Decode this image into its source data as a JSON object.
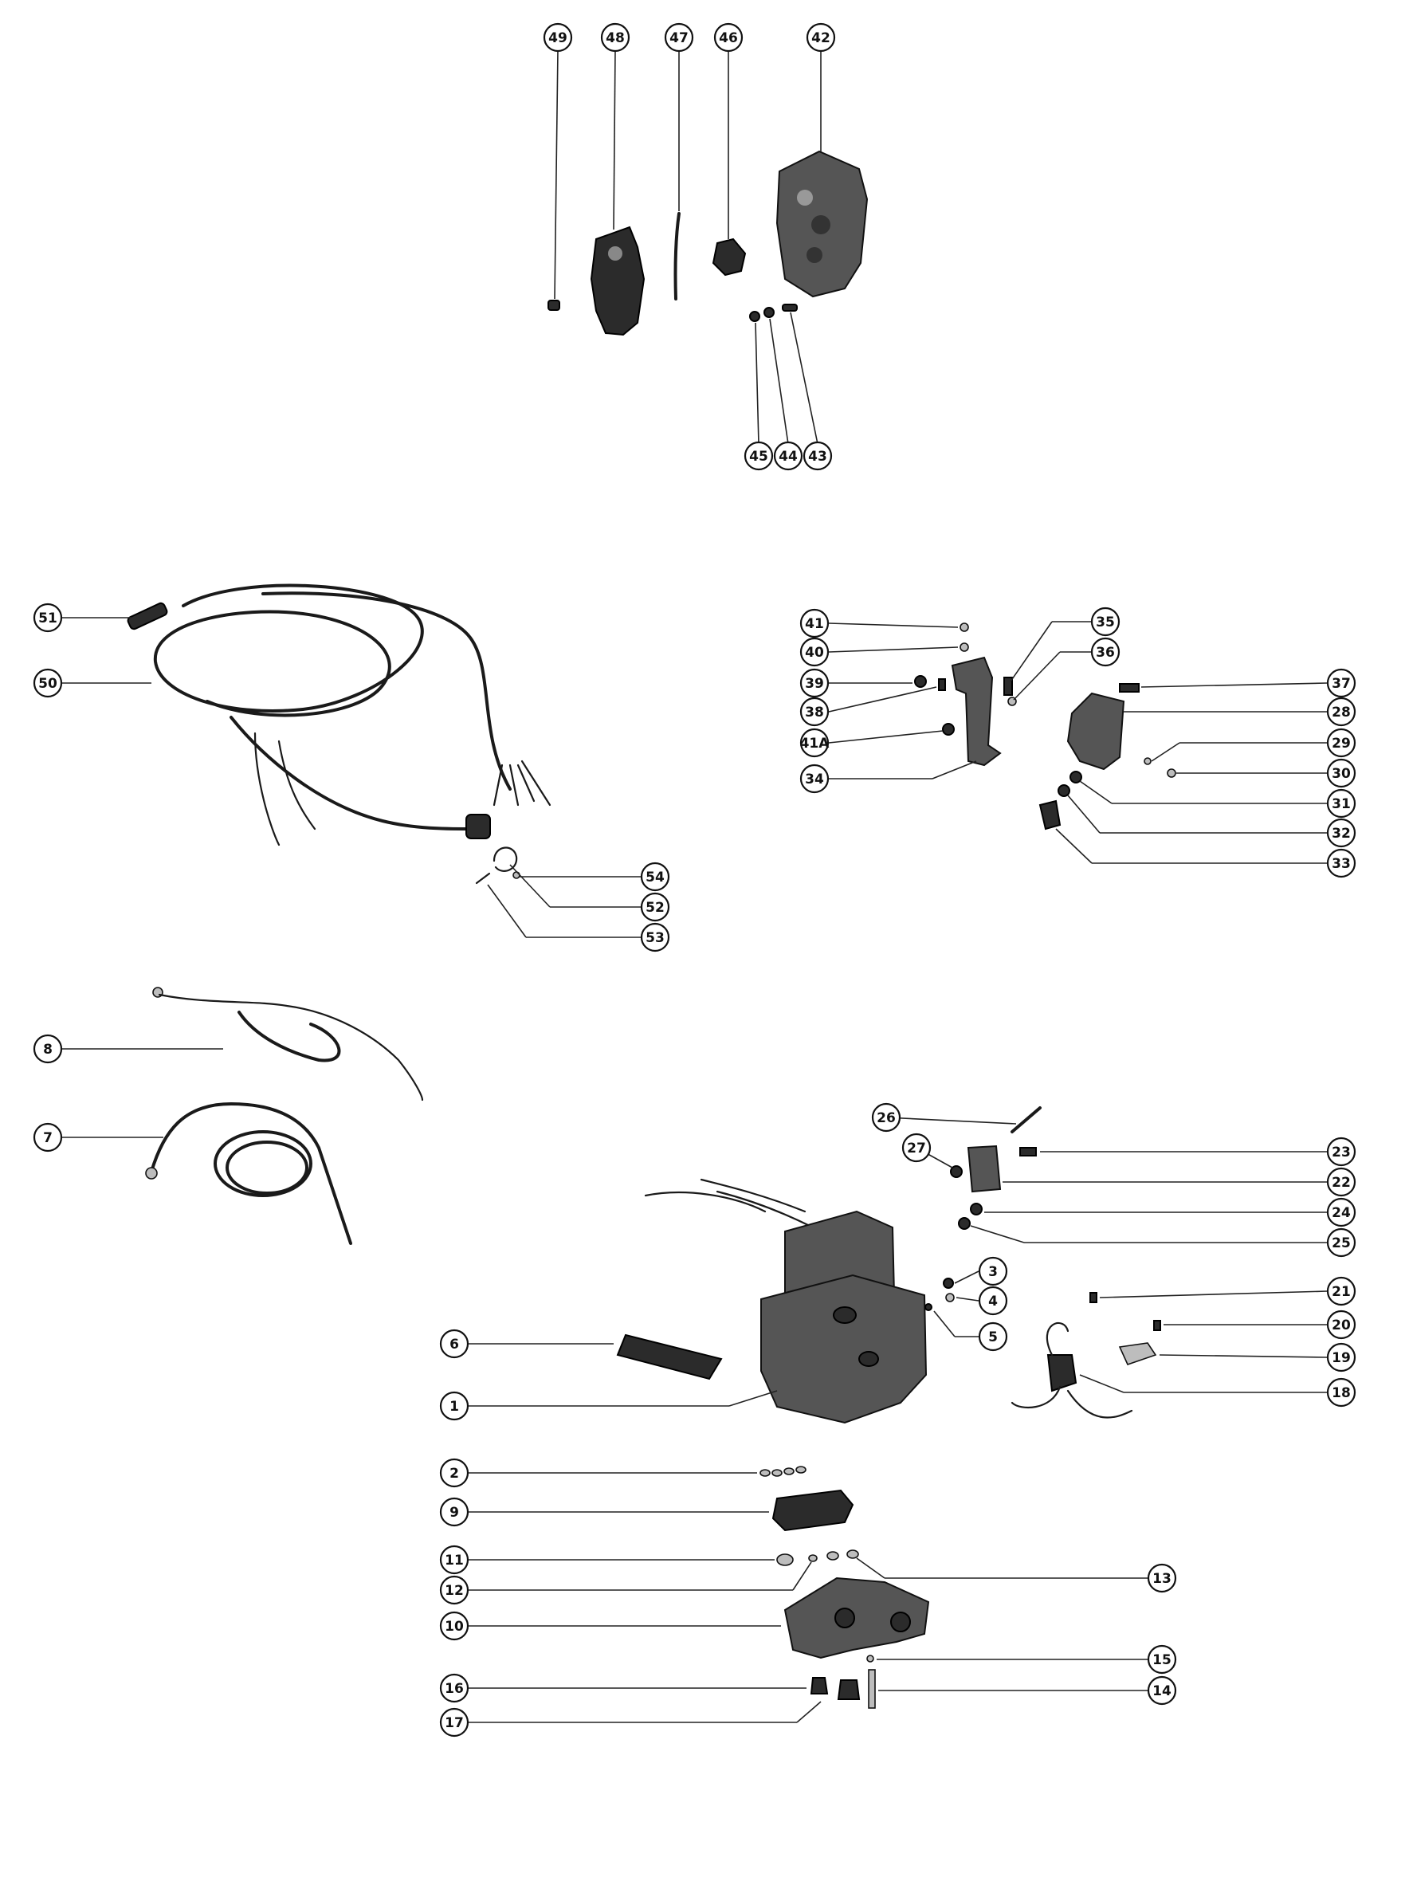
{
  "callouts": [
    {
      "id": "c49",
      "label": "49"
    },
    {
      "id": "c48",
      "label": "48"
    },
    {
      "id": "c47",
      "label": "47"
    },
    {
      "id": "c46",
      "label": "46"
    },
    {
      "id": "c42",
      "label": "42"
    },
    {
      "id": "c45",
      "label": "45"
    },
    {
      "id": "c44",
      "label": "44"
    },
    {
      "id": "c43",
      "label": "43"
    },
    {
      "id": "c51",
      "label": "51"
    },
    {
      "id": "c50",
      "label": "50"
    },
    {
      "id": "c54",
      "label": "54"
    },
    {
      "id": "c52",
      "label": "52"
    },
    {
      "id": "c53",
      "label": "53"
    },
    {
      "id": "c41",
      "label": "41"
    },
    {
      "id": "c40",
      "label": "40"
    },
    {
      "id": "c39",
      "label": "39"
    },
    {
      "id": "c38",
      "label": "38"
    },
    {
      "id": "c41A",
      "label": "41A"
    },
    {
      "id": "c34",
      "label": "34"
    },
    {
      "id": "c35",
      "label": "35"
    },
    {
      "id": "c36",
      "label": "36"
    },
    {
      "id": "c37",
      "label": "37"
    },
    {
      "id": "c28",
      "label": "28"
    },
    {
      "id": "c29",
      "label": "29"
    },
    {
      "id": "c30",
      "label": "30"
    },
    {
      "id": "c31",
      "label": "31"
    },
    {
      "id": "c32",
      "label": "32"
    },
    {
      "id": "c33",
      "label": "33"
    },
    {
      "id": "c8",
      "label": "8"
    },
    {
      "id": "c7",
      "label": "7"
    },
    {
      "id": "c26",
      "label": "26"
    },
    {
      "id": "c27",
      "label": "27"
    },
    {
      "id": "c23",
      "label": "23"
    },
    {
      "id": "c22",
      "label": "22"
    },
    {
      "id": "c24",
      "label": "24"
    },
    {
      "id": "c25",
      "label": "25"
    },
    {
      "id": "c3",
      "label": "3"
    },
    {
      "id": "c4",
      "label": "4"
    },
    {
      "id": "c5",
      "label": "5"
    },
    {
      "id": "c6",
      "label": "6"
    },
    {
      "id": "c1",
      "label": "1"
    },
    {
      "id": "c21",
      "label": "21"
    },
    {
      "id": "c20",
      "label": "20"
    },
    {
      "id": "c19",
      "label": "19"
    },
    {
      "id": "c18",
      "label": "18"
    },
    {
      "id": "c2",
      "label": "2"
    },
    {
      "id": "c9",
      "label": "9"
    },
    {
      "id": "c11",
      "label": "11"
    },
    {
      "id": "c12",
      "label": "12"
    },
    {
      "id": "c13",
      "label": "13"
    },
    {
      "id": "c10",
      "label": "10"
    },
    {
      "id": "c15",
      "label": "15"
    },
    {
      "id": "c14",
      "label": "14"
    },
    {
      "id": "c16",
      "label": "16"
    },
    {
      "id": "c17",
      "label": "17"
    }
  ]
}
